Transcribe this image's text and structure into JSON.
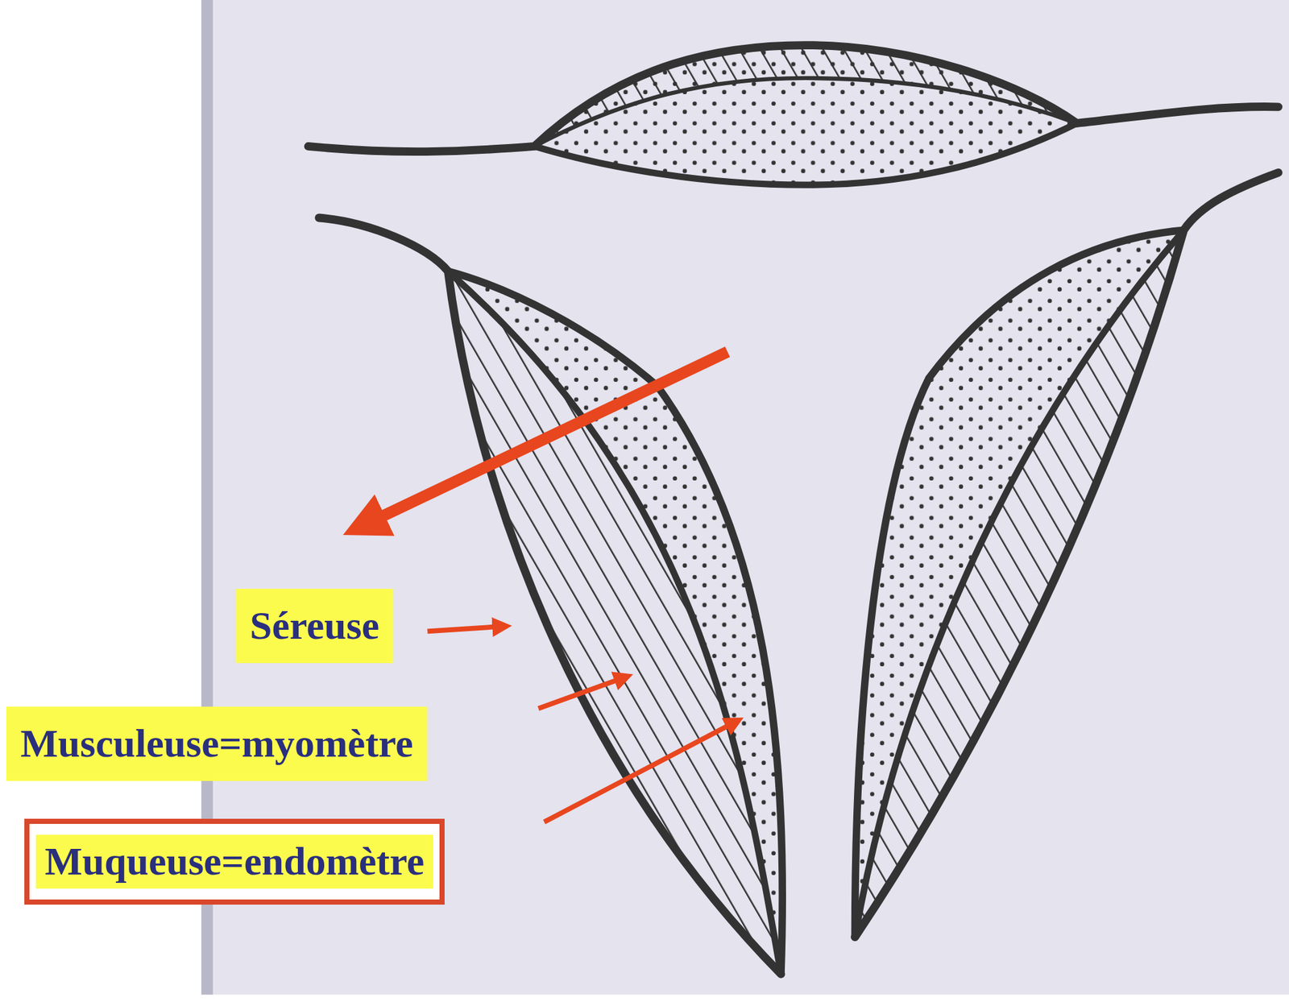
{
  "diagram": {
    "nodes": [
      {
        "text": [
          "Séreuse"
        ]
      },
      {
        "text": [
          "Musculeuse=myomètre"
        ]
      },
      {
        "text": [
          "Muqueuse=endomètre"
        ]
      }
    ]
  }
}
